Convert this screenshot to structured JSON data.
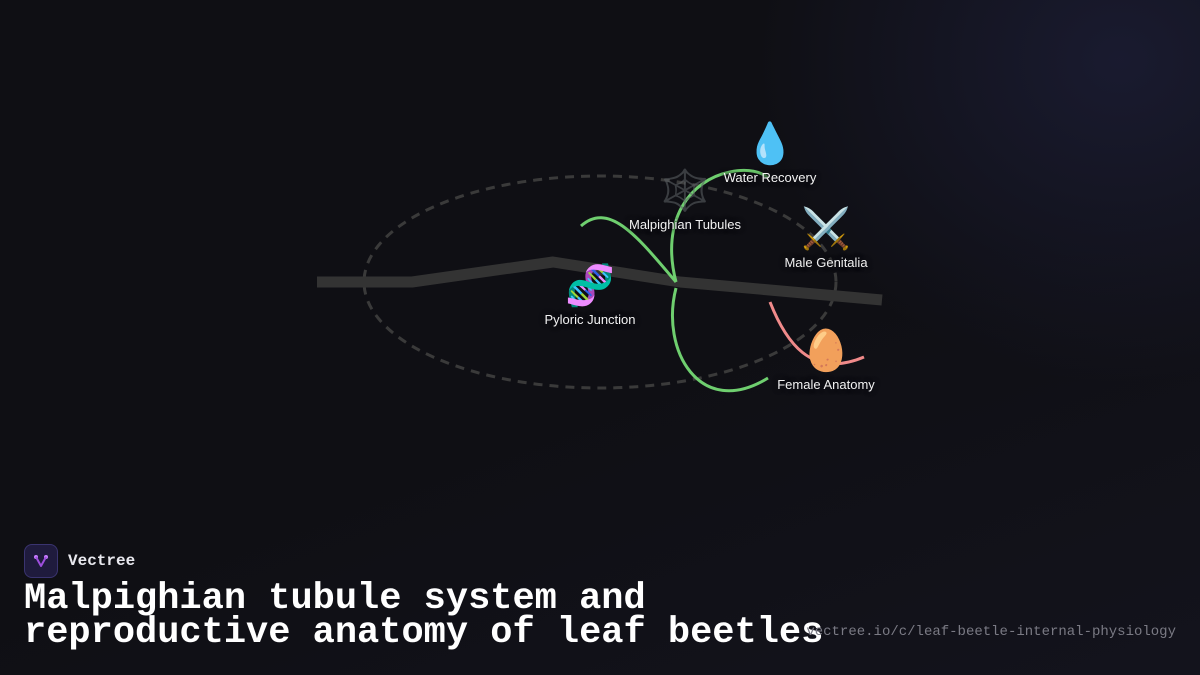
{
  "diagram": {
    "nodes": [
      {
        "id": "pyloric-junction",
        "label": "Pyloric Junction",
        "icon": "dna-icon",
        "glyph": "🧬"
      },
      {
        "id": "malpighian-tubules",
        "label": "Malpighian Tubules",
        "icon": "spider-web-icon",
        "glyph": "🕸️"
      },
      {
        "id": "water-recovery",
        "label": "Water Recovery",
        "icon": "droplet-icon",
        "glyph": "💧"
      },
      {
        "id": "male-genitalia",
        "label": "Male Genitalia",
        "icon": "crossed-swords-icon",
        "glyph": "⚔️"
      },
      {
        "id": "female-anatomy",
        "label": "Female Anatomy",
        "icon": "egg-icon",
        "glyph": "🥚"
      }
    ],
    "colors": {
      "background": "#0f0f14",
      "gut_tube": "#333333",
      "body_outline": "#3a3a3a",
      "tubule_lines": "#6fcf6f",
      "female_line": "#f08a8a"
    }
  },
  "brand": {
    "name": "Vectree",
    "icon": "vectree-logo-icon"
  },
  "title": "Malpighian tubule system and reproductive anatomy of leaf beetles",
  "url": "vectree.io/c/leaf-beetle-internal-physiology"
}
